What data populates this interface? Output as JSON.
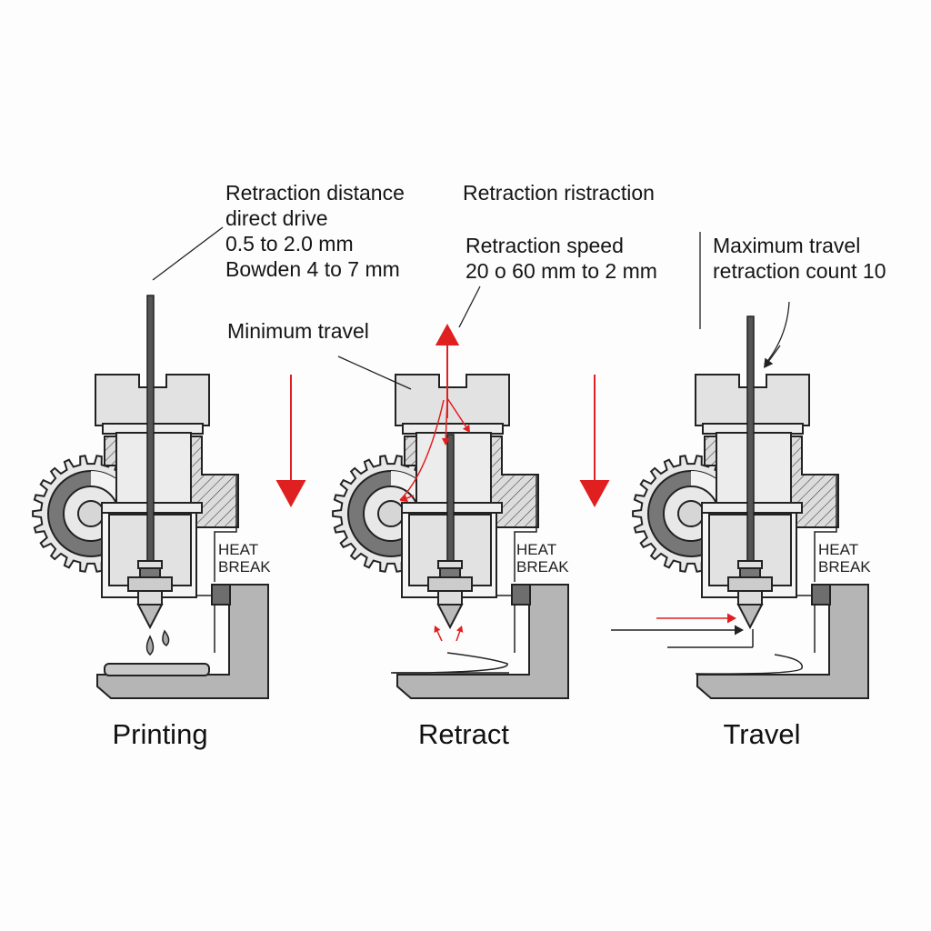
{
  "annotations": {
    "distance": [
      "Retraction distance",
      "direct drive",
      "0.5 to 2.0 mm",
      "Bowden 4 to 7 mm"
    ],
    "ristraction": "Retraction ristraction",
    "speed": [
      "Retraction speed",
      "20 o 60 mm to 2 mm"
    ],
    "max_travel": [
      "Maximum travel",
      "retraction count 10"
    ],
    "min_travel": "Minimum travel"
  },
  "panels": [
    {
      "caption": "Printing",
      "heat_break": [
        "HEAT",
        "BREAK"
      ],
      "motion": "down"
    },
    {
      "caption": "Retract",
      "heat_break": [
        "HEAT",
        "BREAK"
      ],
      "motion": "up"
    },
    {
      "caption": "Travel",
      "heat_break": [
        "HEAT",
        "BREAK"
      ],
      "motion": "horizontal"
    }
  ],
  "colors": {
    "accent_red": "#e02020",
    "line": "#222222",
    "fill_light": "#e2e2e2",
    "fill_mid": "#b5b5b5",
    "fill_dark": "#6e6e6e"
  }
}
